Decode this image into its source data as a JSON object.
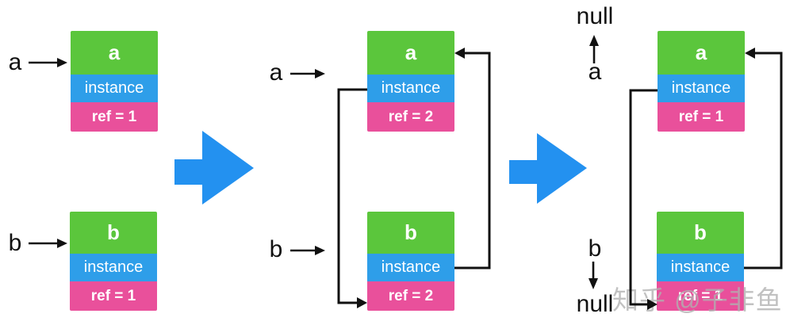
{
  "colors": {
    "green": "#5bc63c",
    "blue": "#2e9ee9",
    "pink": "#e9509b",
    "arrow_blue": "#2391f0",
    "line": "#111111",
    "label": "#111111",
    "watermark_gray": "#b0b0b0"
  },
  "panel1": {
    "label_a": "a",
    "label_b": "b",
    "stack_a": {
      "title": "a",
      "instance": "instance",
      "ref": "ref = 1"
    },
    "stack_b": {
      "title": "b",
      "instance": "instance",
      "ref": "ref = 1"
    }
  },
  "panel2": {
    "label_a": "a",
    "label_b": "b",
    "stack_a": {
      "title": "a",
      "instance": "instance",
      "ref": "ref = 2"
    },
    "stack_b": {
      "title": "b",
      "instance": "instance",
      "ref": "ref = 2"
    }
  },
  "panel3": {
    "null_top": "null",
    "label_a": "a",
    "label_b": "b",
    "null_bottom": "null",
    "stack_a": {
      "title": "a",
      "instance": "instance",
      "ref": "ref = 1"
    },
    "stack_b": {
      "title": "b",
      "instance": "instance",
      "ref": "ref = 1"
    }
  },
  "watermark": "知乎 @子非鱼"
}
